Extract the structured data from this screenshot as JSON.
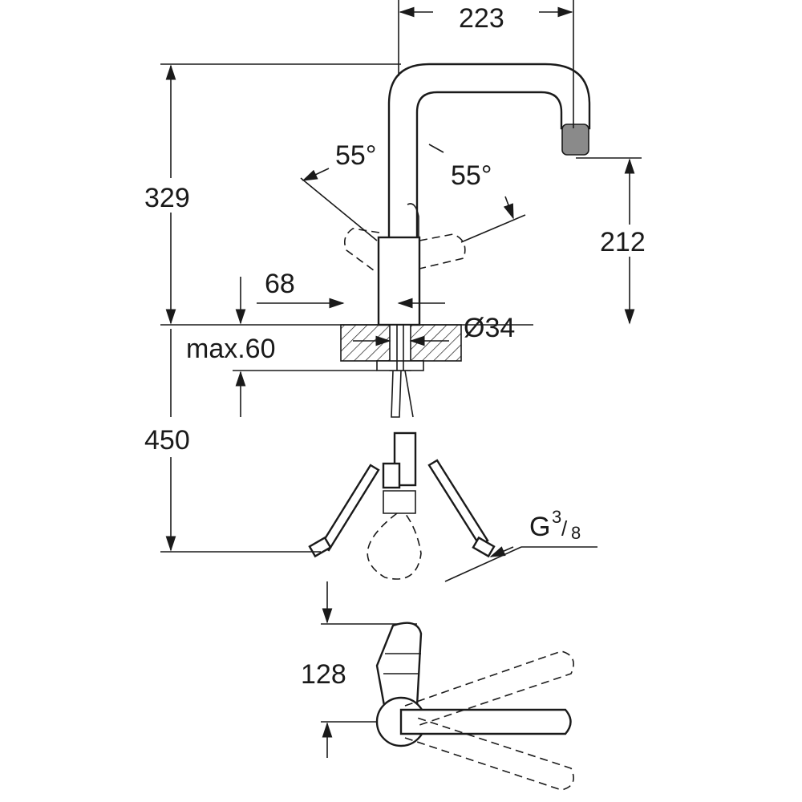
{
  "drawing": {
    "dimensions": {
      "spout_reach": "223",
      "total_height": "329",
      "lever_angle_left": "55°",
      "lever_angle_right": "55°",
      "spout_height": "212",
      "base_offset": "68",
      "hole_diameter": "Ø34",
      "max_thickness": "max.60",
      "hose_length": "450",
      "connection_prefix": "G",
      "connection_num": "3",
      "connection_den": "8",
      "lever_depth": "128"
    },
    "colors": {
      "line": "#1a1a1a",
      "nozzle": "#8a8a8a"
    }
  }
}
